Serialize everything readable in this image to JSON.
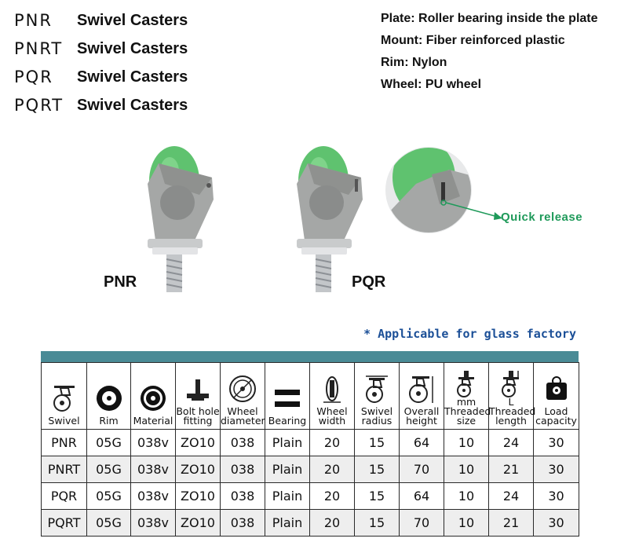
{
  "models": [
    {
      "code": "PNR",
      "name": "Swivel Casters"
    },
    {
      "code": "PNRT",
      "name": "Swivel Casters"
    },
    {
      "code": "PQR",
      "name": "Swivel Casters"
    },
    {
      "code": "PQRT",
      "name": "Swivel Casters"
    }
  ],
  "specs": [
    "Plate: Roller bearing inside the plate",
    "Mount: Fiber reinforced plastic",
    "Rim: Nylon",
    "Wheel: PU wheel"
  ],
  "pictures": {
    "pnr_label": "PNR",
    "pqr_label": "PQR",
    "quick_release_label": "Quick release"
  },
  "glass_note": "* Applicable for glass factory",
  "table": {
    "headers": [
      {
        "label": "Swivel",
        "icon": "swivel-caster-icon"
      },
      {
        "label": "Rim",
        "icon": "rim-icon"
      },
      {
        "label": "Material",
        "icon": "material-icon"
      },
      {
        "label": "Bolt hole fitting",
        "icon": "bolt-fitting-icon"
      },
      {
        "label": "Wheel diameter",
        "icon": "wheel-diameter-icon"
      },
      {
        "label": "Bearing",
        "icon": "bearing-icon"
      },
      {
        "label": "Wheel width",
        "icon": "wheel-width-icon"
      },
      {
        "label": "Swivel radius",
        "icon": "swivel-radius-icon"
      },
      {
        "label": "Overall height",
        "icon": "overall-height-icon"
      },
      {
        "label": "Threaded size",
        "icon": "threaded-size-icon",
        "sub": "mm"
      },
      {
        "label": "Threaded length",
        "icon": "threaded-length-icon",
        "sub": "L"
      },
      {
        "label": "Load capacity",
        "icon": "load-capacity-icon"
      }
    ],
    "rows": [
      [
        "PNR",
        "05G",
        "038v",
        "ZO10",
        "038",
        "Plain",
        "20",
        "15",
        "64",
        "10",
        "24",
        "30"
      ],
      [
        "PNRT",
        "05G",
        "038v",
        "ZO10",
        "038",
        "Plain",
        "20",
        "15",
        "70",
        "10",
        "21",
        "30"
      ],
      [
        "PQR",
        "05G",
        "038v",
        "ZO10",
        "038",
        "Plain",
        "20",
        "15",
        "64",
        "10",
        "24",
        "30"
      ],
      [
        "PQRT",
        "05G",
        "038v",
        "ZO10",
        "038",
        "Plain",
        "20",
        "15",
        "70",
        "10",
        "21",
        "30"
      ]
    ]
  },
  "colors": {
    "table_bar": "#4a8b96",
    "quick_release": "#1f9a5a",
    "glass_note": "#1b4f97",
    "wheel_green": "#5fc26f",
    "mount_gray": "#a5a7a6"
  }
}
